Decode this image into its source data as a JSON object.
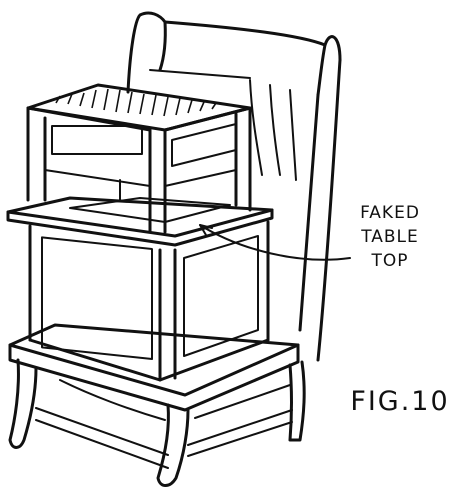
{
  "callout": {
    "line1": "FAKED",
    "line2": "TABLE",
    "line3": "TOP"
  },
  "figure_label": "FIG.10",
  "colors": {
    "ink": "#111111",
    "paper": "#ffffff"
  }
}
